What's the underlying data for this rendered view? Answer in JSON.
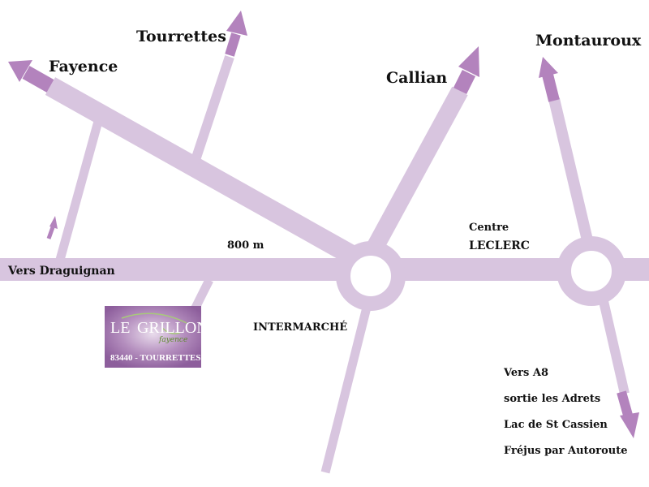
{
  "colors": {
    "road": "#d8c5df",
    "arrow": "#b383bd",
    "logo_bg": "#9a6aa6",
    "text": "#111111"
  },
  "destinations": {
    "tourrettes": "Tourrettes",
    "fayence": "Fayence",
    "callian": "Callian",
    "montauroux": "Montauroux"
  },
  "labels": {
    "vers_draguignan": "Vers Draguignan",
    "distance": "800 m",
    "centre": "Centre",
    "leclerc": "LECLERC",
    "intermarche": "INTERMARCHÉ"
  },
  "a8_directions": [
    "Vers A8",
    "sortie les Adrets",
    "Lac de St Cassien",
    "Fréjus par Autoroute"
  ],
  "logo": {
    "title_le": "LE",
    "title_grillon": "GRILLON",
    "script": "fayence",
    "address": "83440 - TOURRETTES"
  },
  "icons": {
    "destination_arrow": "arrowhead-icon",
    "roundabout": "roundabout-icon"
  }
}
